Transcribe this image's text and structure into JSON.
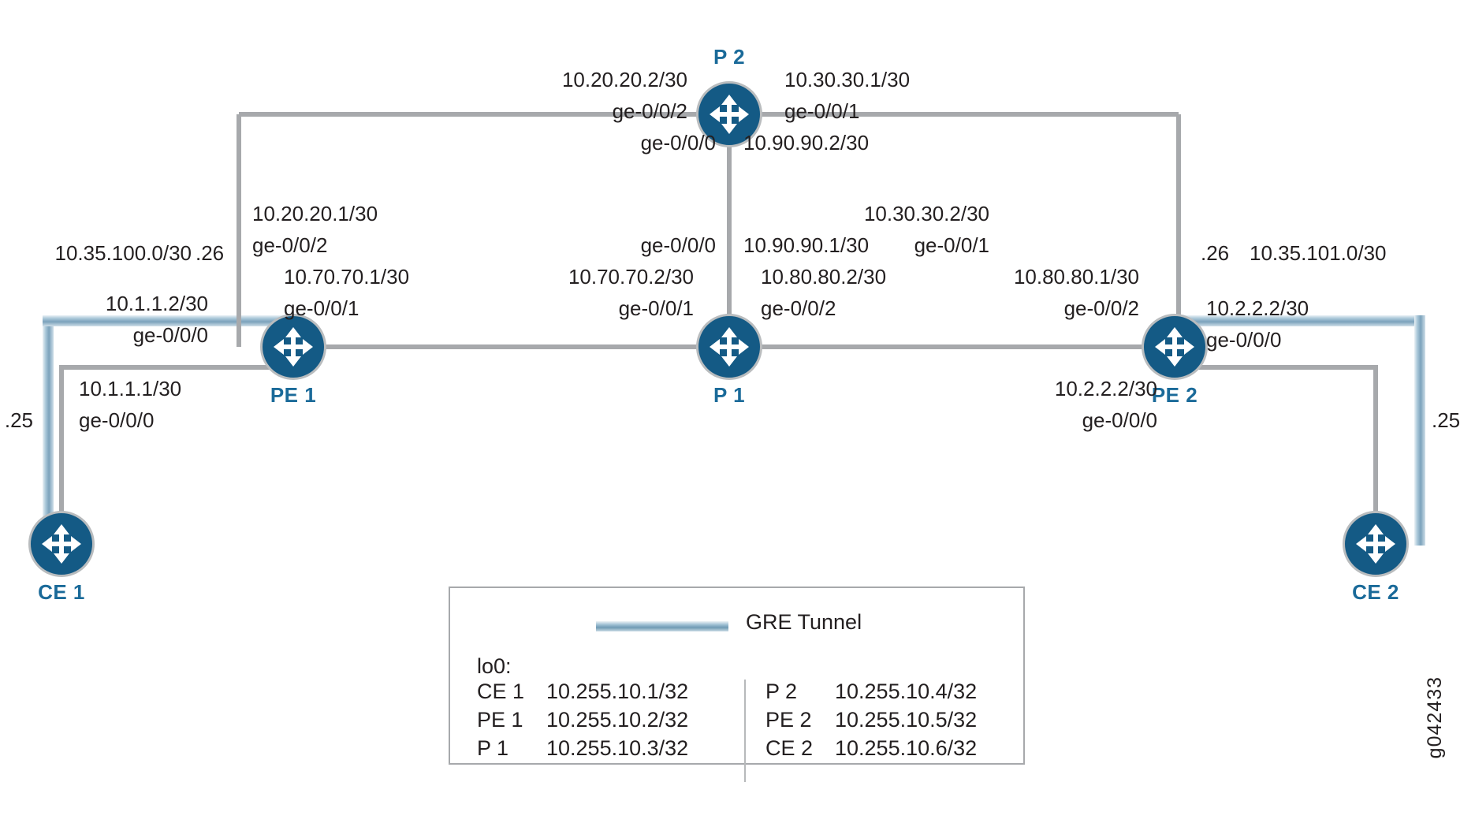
{
  "diagram": {
    "title": "GRE tunnel over MPLS core network topology",
    "watermark": "g042433",
    "colors": {
      "node_fill": "#145a85",
      "node_ring": "#b9bcbe",
      "node_label": "#1a6a99",
      "link": "#a7a9ac",
      "gre_tunnel": "#8fb4cc",
      "text": "#231f20"
    }
  },
  "nodes": [
    {
      "id": "p2",
      "label": "P 2"
    },
    {
      "id": "pe1",
      "label": "PE 1"
    },
    {
      "id": "p1",
      "label": "P 1"
    },
    {
      "id": "pe2",
      "label": "PE 2"
    },
    {
      "id": "ce1",
      "label": "CE 1"
    },
    {
      "id": "ce2",
      "label": "CE 2"
    }
  ],
  "labels": {
    "p2_left_addr": "10.20.20.2/30",
    "p2_left_if": "ge-0/0/2",
    "p2_right_addr": "10.30.30.1/30",
    "p2_right_if": "ge-0/0/1",
    "p2_down_if": "ge-0/0/0",
    "p2_down_addr": "10.90.90.2/30",
    "pe1_up_addr": "10.20.20.1/30",
    "pe1_up_if": "ge-0/0/2",
    "pe1_right_addr": "10.70.70.1/30",
    "pe1_right_if": "ge-0/0/1",
    "pe1_left_addr": "10.1.1.2/30",
    "pe1_left_if": "ge-0/0/0",
    "pe1_gre_net": "10.35.100.0/30",
    "pe1_gre_host": ".26",
    "p1_up_if": "ge-0/0/0",
    "p1_up_addr": "10.90.90.1/30",
    "p1_left_addr": "10.70.70.2/30",
    "p1_left_if": "ge-0/0/1",
    "p1_right_addr": "10.80.80.2/30",
    "p1_right_if": "ge-0/0/2",
    "pe2_up_addr": "10.30.30.2/30",
    "pe2_up_if": "ge-0/0/1",
    "pe2_left_addr": "10.80.80.1/30",
    "pe2_left_if": "ge-0/0/2",
    "pe2_right_addr": "10.2.2.2/30",
    "pe2_right_if": "ge-0/0/0",
    "pe2_gre_host": ".26",
    "pe2_gre_net": "10.35.101.0/30",
    "ce1_addr": "10.1.1.1/30",
    "ce1_if": "ge-0/0/0",
    "ce1_gre_host": ".25",
    "ce2_addr": "10.2.2.2/30",
    "ce2_if": "ge-0/0/0",
    "ce2_gre_host": ".25"
  },
  "legend": {
    "gre_label": "GRE Tunnel",
    "lo0_heading": "lo0:",
    "loopbacks_left": [
      {
        "device": "CE 1",
        "address": "10.255.10.1/32"
      },
      {
        "device": "PE 1",
        "address": "10.255.10.2/32"
      },
      {
        "device": "P 1",
        "address": "10.255.10.3/32"
      }
    ],
    "loopbacks_right": [
      {
        "device": "P 2",
        "address": "10.255.10.4/32"
      },
      {
        "device": "PE 2",
        "address": "10.255.10.5/32"
      },
      {
        "device": "CE 2",
        "address": "10.255.10.6/32"
      }
    ]
  }
}
